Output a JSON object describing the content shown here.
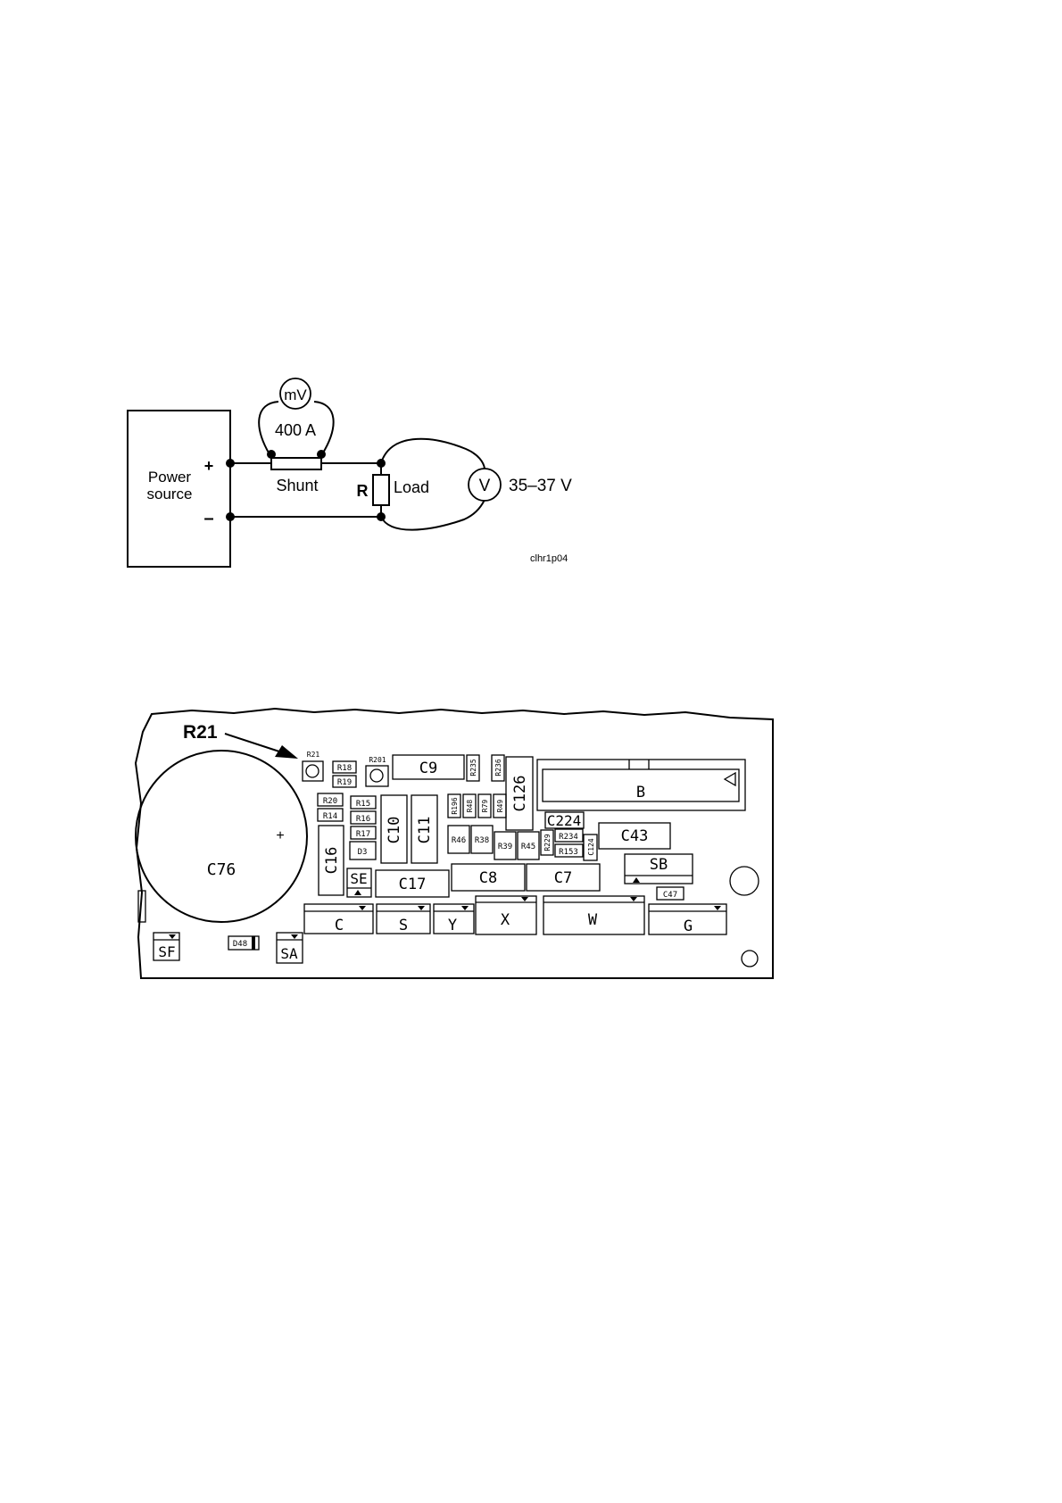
{
  "circuit": {
    "power_label_line1": "Power",
    "power_label_line2": "source",
    "plus": "+",
    "minus": "–",
    "millivoltmeter": "mV",
    "current": "400 A",
    "shunt": "Shunt",
    "resistor": "R",
    "load": "Load",
    "voltmeter": "V",
    "voltage": "35–37 V",
    "figure_code": "clhr1p04"
  },
  "board": {
    "callout": "R21",
    "capacitor_plus": "+",
    "components": {
      "R21": "R21",
      "R18": "R18",
      "R19": "R19",
      "R201": "R201",
      "C9": "C9",
      "R235": "R235",
      "R236": "R236",
      "C126": "C126",
      "B": "B",
      "R20": "R20",
      "R14": "R14",
      "R15": "R15",
      "R16": "R16",
      "R17": "R17",
      "C10": "C10",
      "C11": "C11",
      "D3": "D3",
      "C16": "C16",
      "R196": "R196",
      "R48": "R48",
      "R79": "R79",
      "R49": "R49",
      "R46": "R46",
      "R38": "R38",
      "R39": "R39",
      "R45": "R45",
      "R229": "R229",
      "R234": "R234",
      "R153": "R153",
      "C124": "C124",
      "C224": "C224",
      "C43": "C43",
      "SB": "SB",
      "C47": "C47",
      "C76": "C76",
      "SE": "SE",
      "C17": "C17",
      "C8": "C8",
      "C7": "C7",
      "C": "C",
      "S": "S",
      "Y": "Y",
      "X": "X",
      "W": "W",
      "G": "G",
      "SF": "SF",
      "D48": "D48",
      "SA": "SA"
    }
  }
}
